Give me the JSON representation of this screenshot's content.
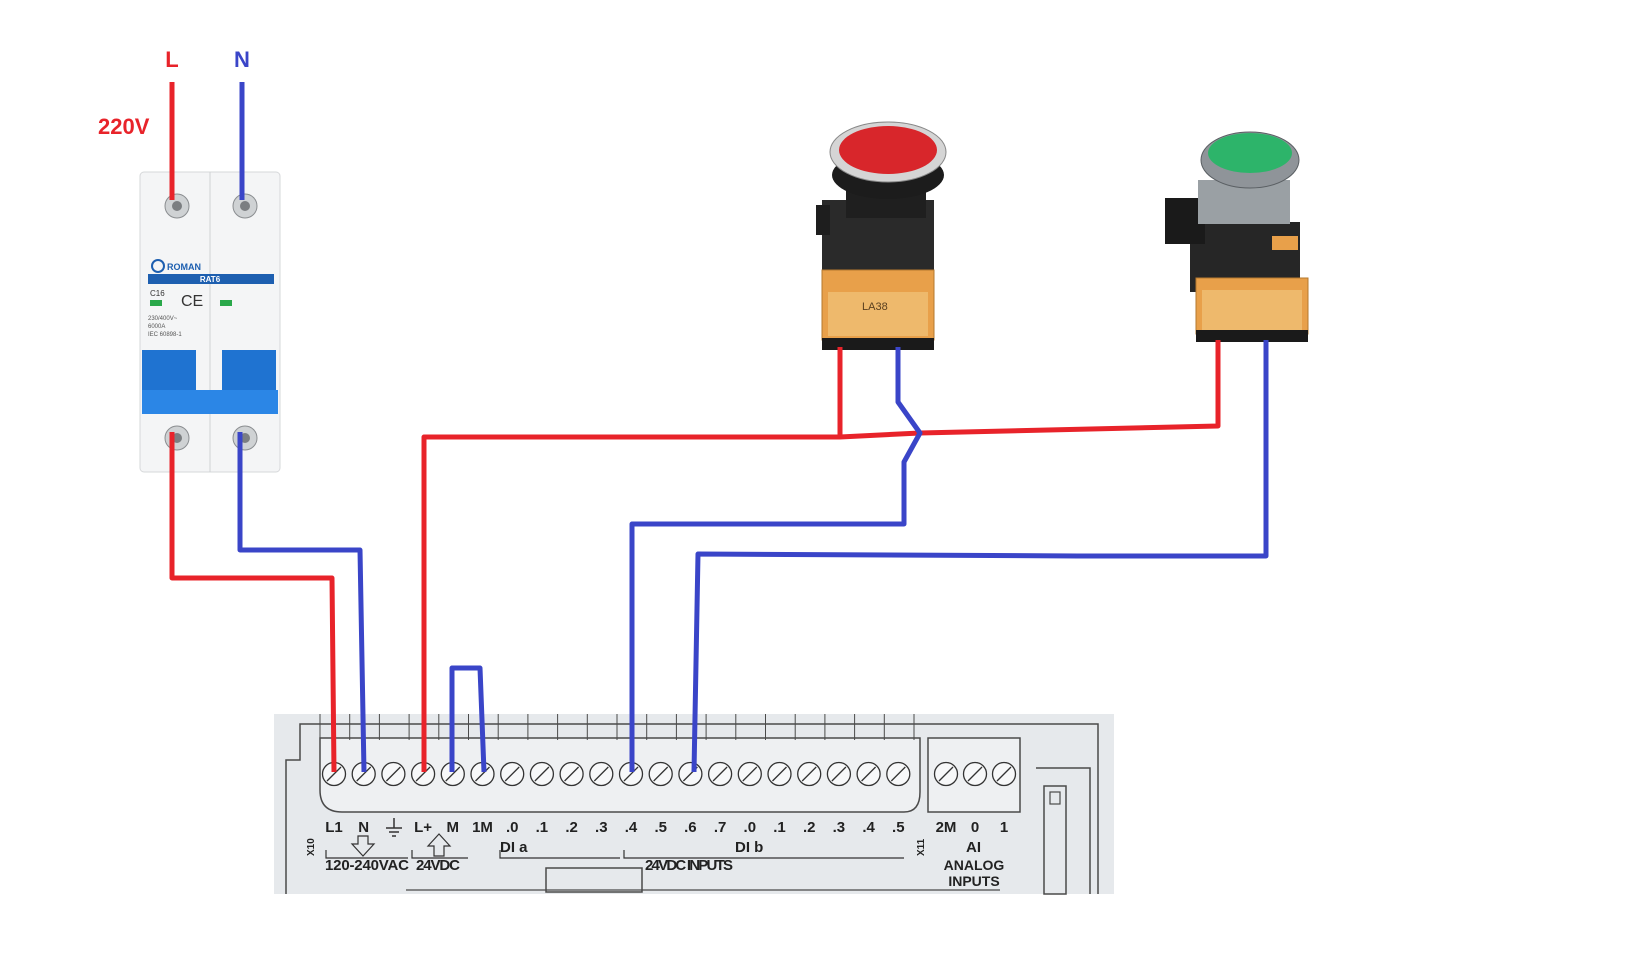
{
  "supply": {
    "line_label": "L",
    "neutral_label": "N",
    "voltage_label": "220V"
  },
  "breaker": {
    "brand": "ROMAN",
    "model": "RAT6",
    "rating": "C16",
    "ce_mark": "CE",
    "spec_line1": "230/400V~",
    "spec_line2": "6000A",
    "spec_line3": "IEC 60898-1"
  },
  "buttons": {
    "stop": {
      "color": "#d8262b",
      "marking": "LA38"
    },
    "start": {
      "color": "#2db46a"
    }
  },
  "plc": {
    "left_connector_id": "X10",
    "right_connector_id": "X11",
    "terminals": [
      ".0",
      ".1",
      ".2",
      ".3",
      ".4",
      ".5",
      ".6",
      ".7"
    ],
    "power_labels": [
      "L1",
      "N",
      "L+",
      "M",
      "1M"
    ],
    "dia_labels": [
      ".0",
      ".1",
      ".2",
      ".3",
      ".4",
      ".5",
      ".6",
      ".7"
    ],
    "dib_labels": [
      ".0",
      ".1",
      ".2",
      ".3",
      ".4",
      ".5"
    ],
    "analog_labels": [
      "2M",
      "0",
      "1"
    ],
    "group_ac": "120-240VAC",
    "group_dc": "24VDC",
    "group_dia": "DI a",
    "group_dib": "DI b",
    "group_inputs": "24VDC INPUTS",
    "group_ai": "AI",
    "group_analog": "ANALOG INPUTS"
  },
  "colors": {
    "line_wire": "#e8232a",
    "neutral_wire": "#3a45c8",
    "plc_body": "#e6e9ec",
    "plc_line": "#4a4a4a"
  }
}
